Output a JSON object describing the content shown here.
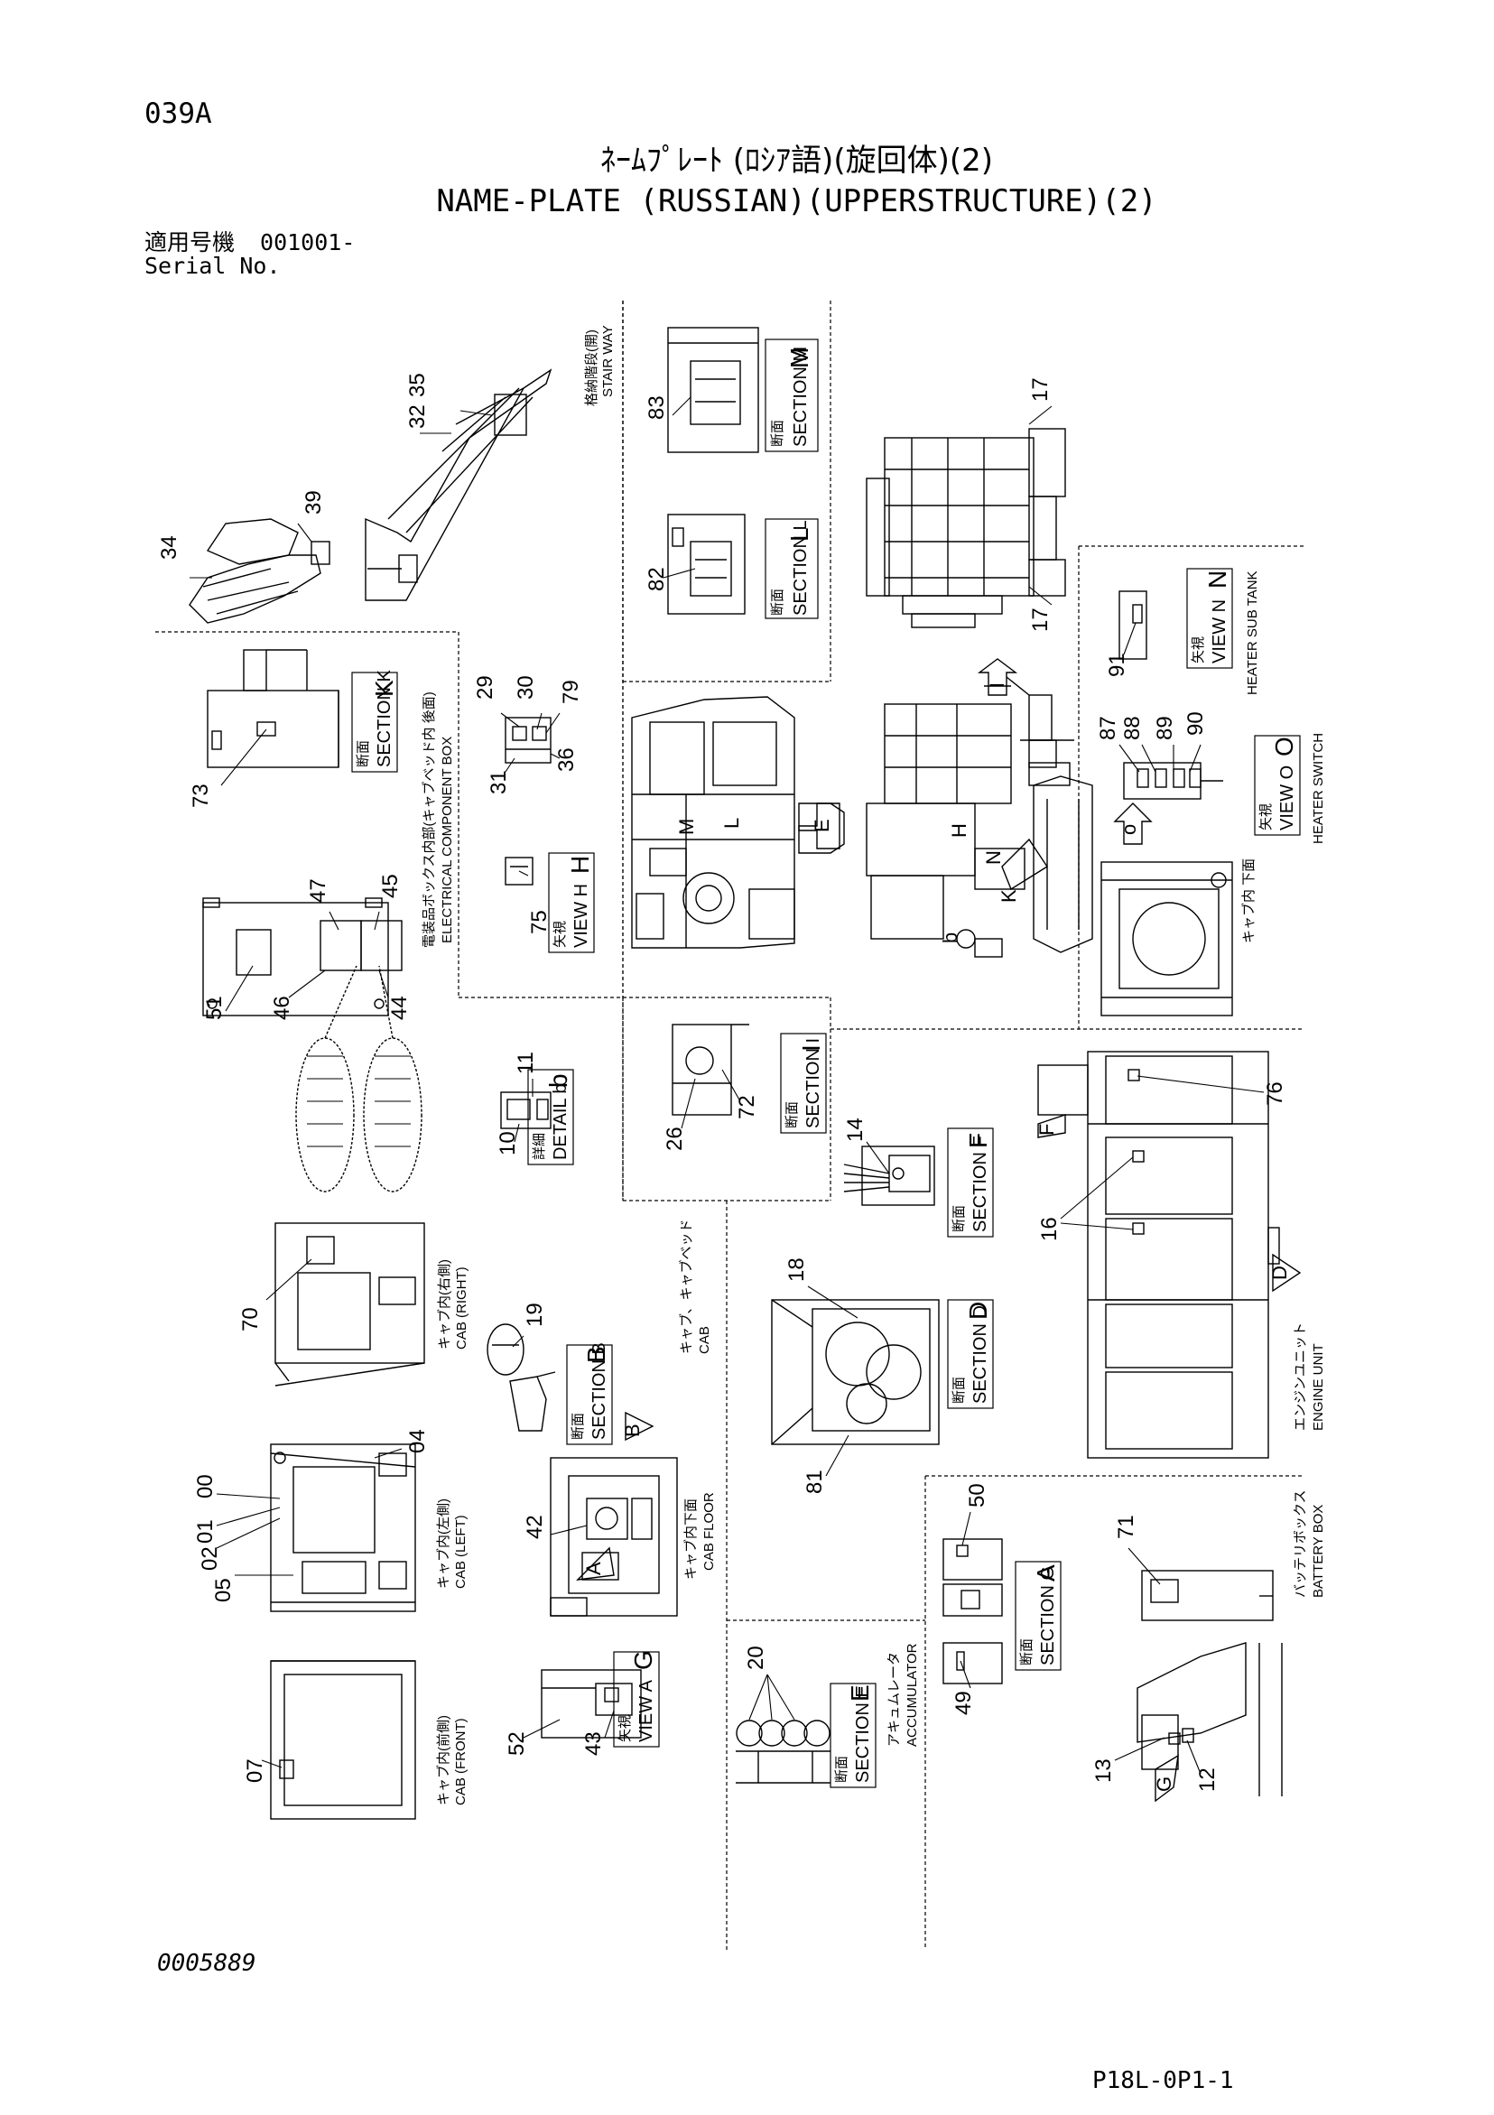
{
  "header": {
    "page_code": "039A",
    "title_jp": "ﾈｰﾑﾌﾟﾚｰﾄ (ﾛｼｱ語)(旋回体)(2)",
    "title_en": "NAME-PLATE (RUSSIAN)(UPPERSTRUCTURE)(2)",
    "serial_label_jp": "適用号機",
    "serial_value": "001001-",
    "serial_label_en": "Serial No."
  },
  "footer": {
    "catalog_no": "0005889",
    "page_ref": "P18L-0P1-1"
  },
  "section_labels": {
    "stair_way": "STAIR WAY",
    "stair_way_jp": "格納階段(開)",
    "section_m": "SECTION M",
    "section_l": "SECTION L",
    "section_k": "SECTION K",
    "electrical_box": "ELECTRICAL COMPONENT BOX",
    "electrical_box_jp": "電装品ボックス内部(キャブベッド内 後面)",
    "view_h": "VIEW H",
    "section_i": "SECTION I",
    "detail_b": "DETAIL b",
    "view_n": "VIEW N",
    "heater_sub_tank": "HEATER SUB TANK",
    "view_o": "VIEW O",
    "heater_switch": "HEATER SWITCH",
    "cab_inside_bottom_jp": "キャブ内 下面",
    "section_f": "SECTION F",
    "section_d": "SECTION D",
    "engine_unit": "ENGINE UNIT",
    "engine_unit_jp": "エンジンユニット",
    "cab_right": "CAB (RIGHT)",
    "cab_right_jp": "キャブ内(右側)",
    "section_b": "SECTION B",
    "cab_cabbed": "CAB",
    "cab_cabbed_jp": "キャブ、キャブベッド",
    "cab_left": "CAB (LEFT)",
    "cab_left_jp": "キャブ内(左側)",
    "cab_floor": "CAB FLOOR",
    "cab_floor_jp": "キャブ内下面",
    "section_g": "SECTION G",
    "battery_box": "BATTERY BOX",
    "battery_box_jp": "バッテリボックス",
    "cab_front": "CAB (FRONT)",
    "cab_front_jp": "キャブ内(前側)",
    "view_a": "VIEW A",
    "section_e": "SECTION E",
    "accumulator": "ACCUMULATOR",
    "accumulator_jp": "アキュムレータ",
    "dan_men_jp": "断面",
    "ya_shi_jp": "矢視",
    "shou_sai_jp": "詳細"
  },
  "callouts": [
    "35",
    "32",
    "39",
    "34",
    "83",
    "82",
    "17",
    "17",
    "29",
    "30",
    "79",
    "36",
    "31",
    "73",
    "75",
    "47",
    "45",
    "51",
    "46",
    "44",
    "11",
    "10",
    "72",
    "26",
    "91",
    "87",
    "88",
    "89",
    "90",
    "76",
    "14",
    "16",
    "18",
    "19",
    "70",
    "81",
    "04",
    "00",
    "01",
    "02",
    "05",
    "42",
    "50",
    "71",
    "20",
    "49",
    "07",
    "52",
    "43",
    "13",
    "12"
  ],
  "view_letters": [
    "M",
    "L",
    "K",
    "H",
    "I",
    "b",
    "N",
    "O",
    "F",
    "D",
    "B",
    "A",
    "G",
    "E"
  ],
  "arrow_letters": [
    "E",
    "I",
    "M",
    "L",
    "N",
    "H",
    "K",
    "b",
    "o",
    "F",
    "D",
    "B",
    "A",
    "G"
  ]
}
